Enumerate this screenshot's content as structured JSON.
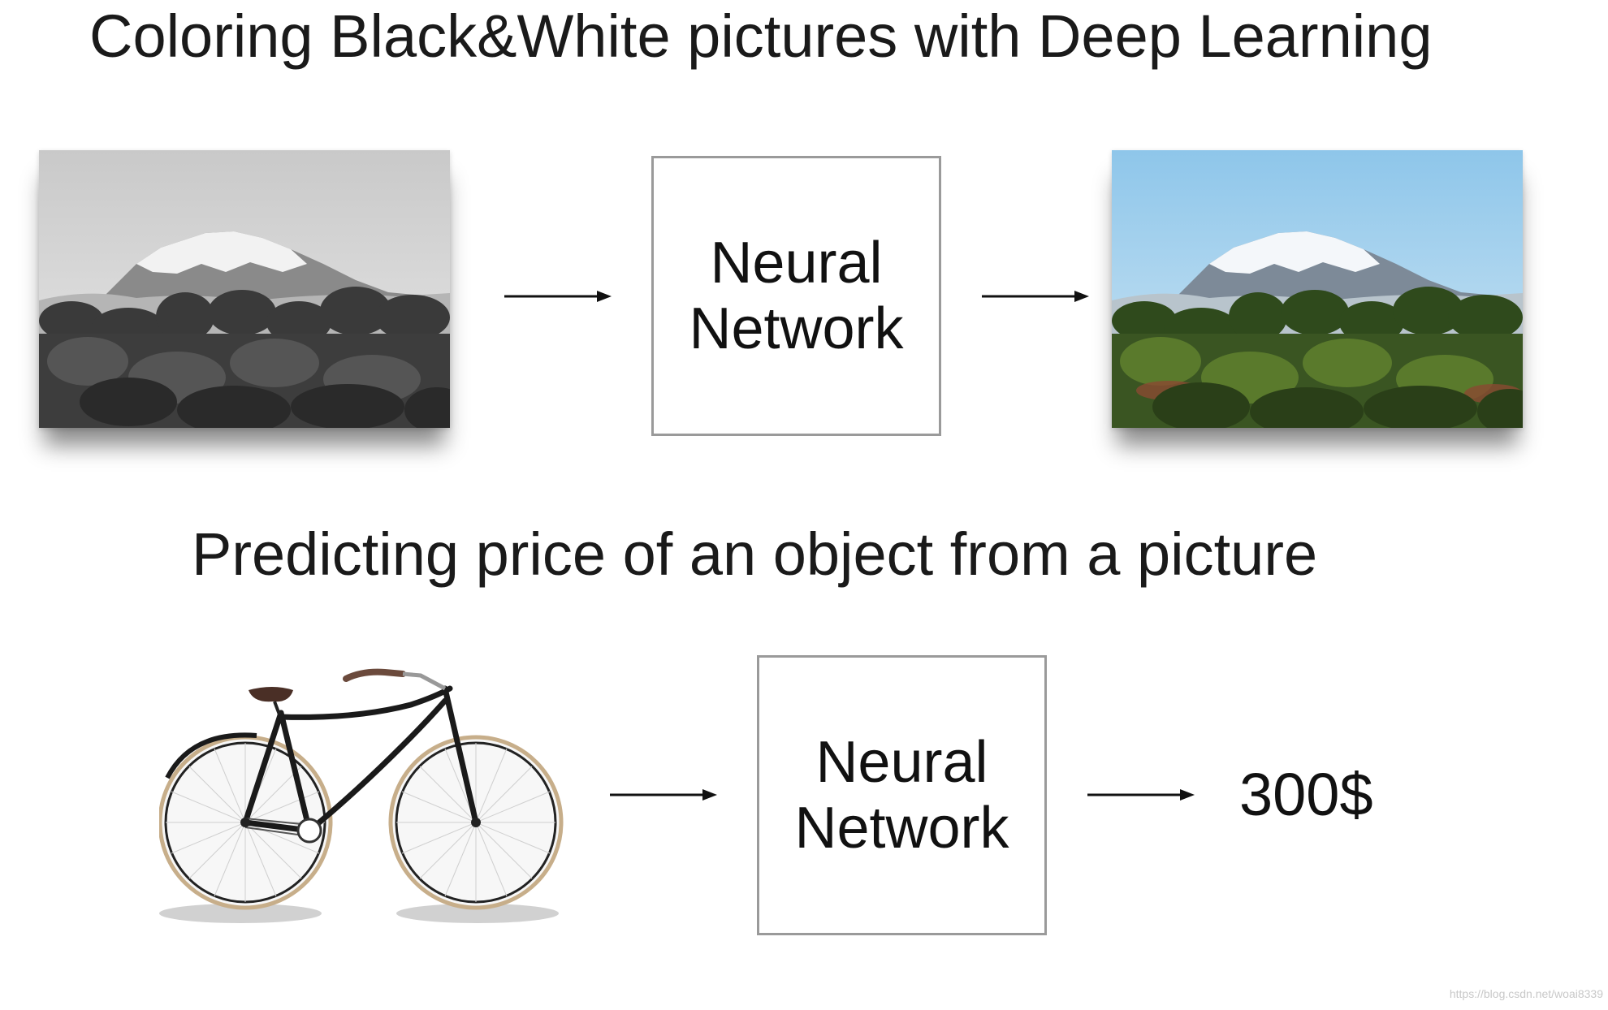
{
  "section_1": {
    "title": "Coloring Black&White pictures with Deep Learning",
    "box_label_line1": "Neural",
    "box_label_line2": "Network",
    "input_image": "mountain-photo-grayscale",
    "output_image": "mountain-photo-color"
  },
  "section_2": {
    "title": "Predicting price of an object from a picture",
    "box_label_line1": "Neural",
    "box_label_line2": "Network",
    "input_image": "bicycle-illustration",
    "output_value": "300$"
  },
  "icons": {
    "arrow": "right-arrow-icon"
  },
  "colors": {
    "box_border": "#9a9a9a",
    "sky": "#9fd0ee",
    "foliage": "#2e4a1e"
  },
  "watermark": "https://blog.csdn.net/woai8339"
}
